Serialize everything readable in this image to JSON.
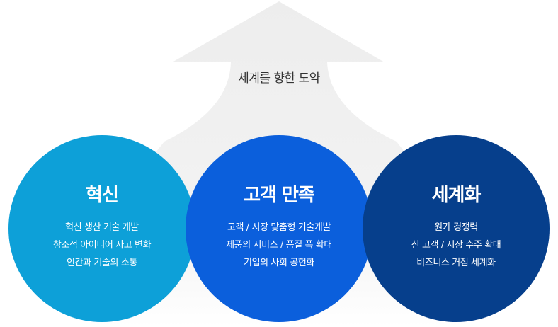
{
  "arrow": {
    "title": "세계를 향한 도약"
  },
  "circles": [
    {
      "title": "혁신",
      "color": "#0da0d8",
      "lines": [
        "혁신 생산 기술 개발",
        "창조적 아이디어 사고 변화",
        "인간과 기술의 소통"
      ]
    },
    {
      "title": "고객 만족",
      "color": "#0b5fdc",
      "lines": [
        "고객 / 시장 맞춤형 기술개발",
        "제품의 서비스 / 품질 폭 확대",
        "기업의 사회 공헌화"
      ]
    },
    {
      "title": "세계화",
      "color": "#063f8c",
      "lines": [
        "원가 경쟁력",
        "신 고객 / 시장 수주 확대",
        "비즈니스 거점 세계화"
      ]
    }
  ]
}
